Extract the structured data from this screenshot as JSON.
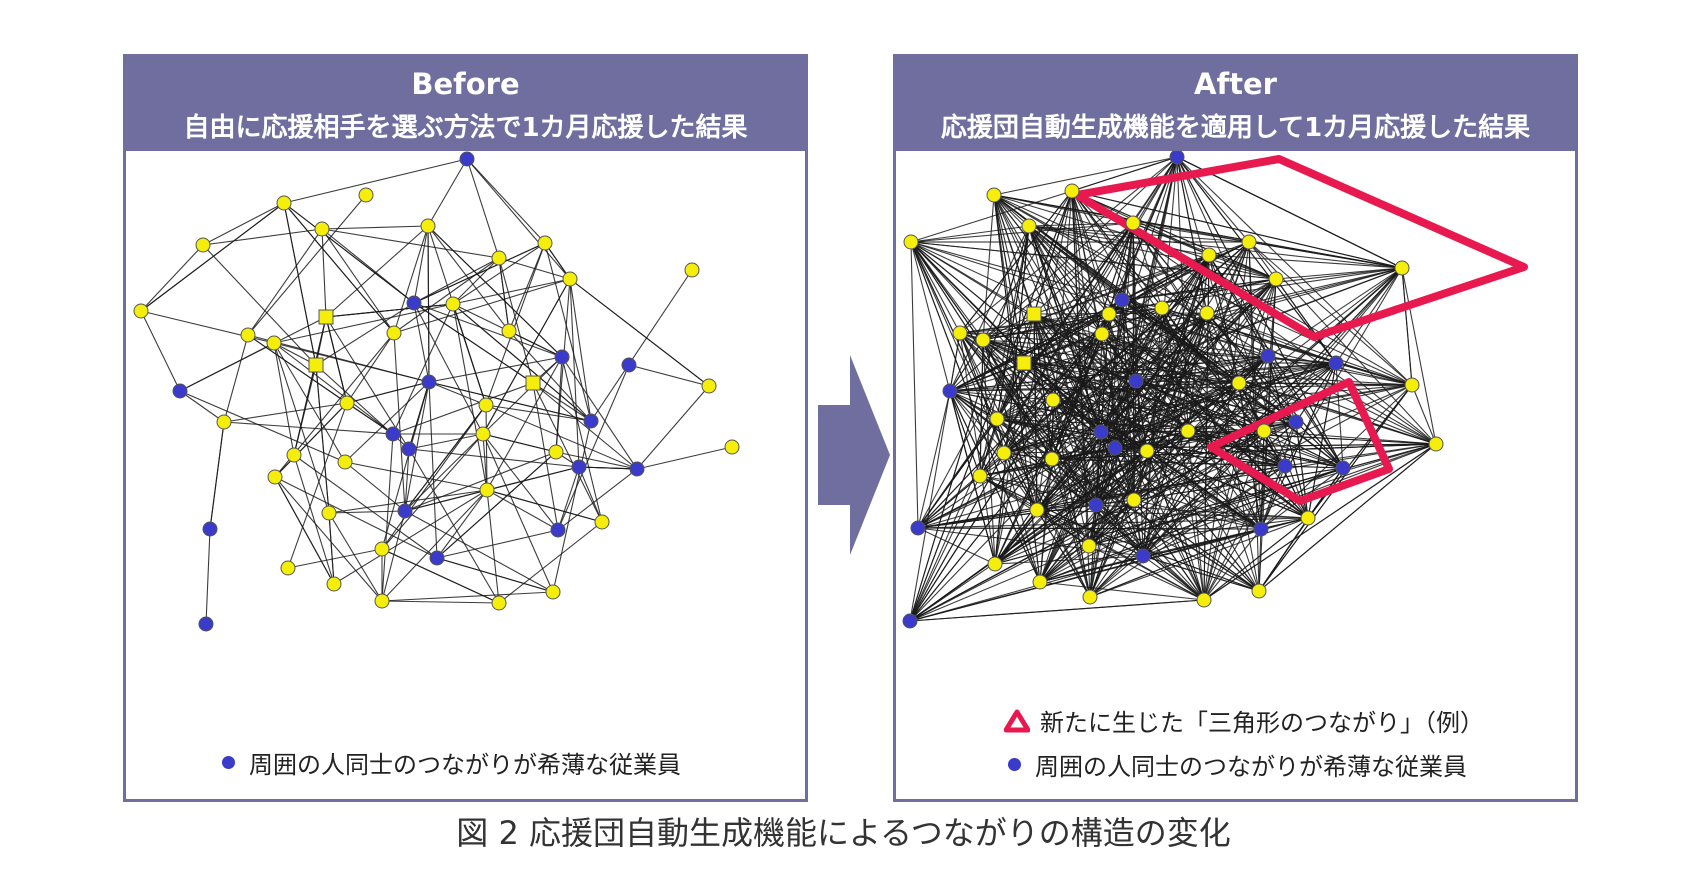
{
  "before": {
    "title": "Before",
    "subtitle": "自由に応援相手を選ぶ方法で1カ月応援した結果",
    "legend_blue": "周囲の人同士のつながりが希薄な従業員"
  },
  "after": {
    "title": "After",
    "subtitle": "応援団自動生成機能を適用して1カ月応援した結果",
    "legend_triangle": "新たに生じた「三角形のつながり」（例）",
    "legend_blue": "周囲の人同士のつながりが希薄な従業員"
  },
  "caption": "図 2  応援団自動生成機能によるつながりの構造の変化",
  "colors": {
    "header": "#6f6e9f",
    "yellow_node": "#f5ee0a",
    "blue_node": "#3a3acb",
    "triangle": "#e8194e",
    "arrow": "#6f6e9f"
  }
}
